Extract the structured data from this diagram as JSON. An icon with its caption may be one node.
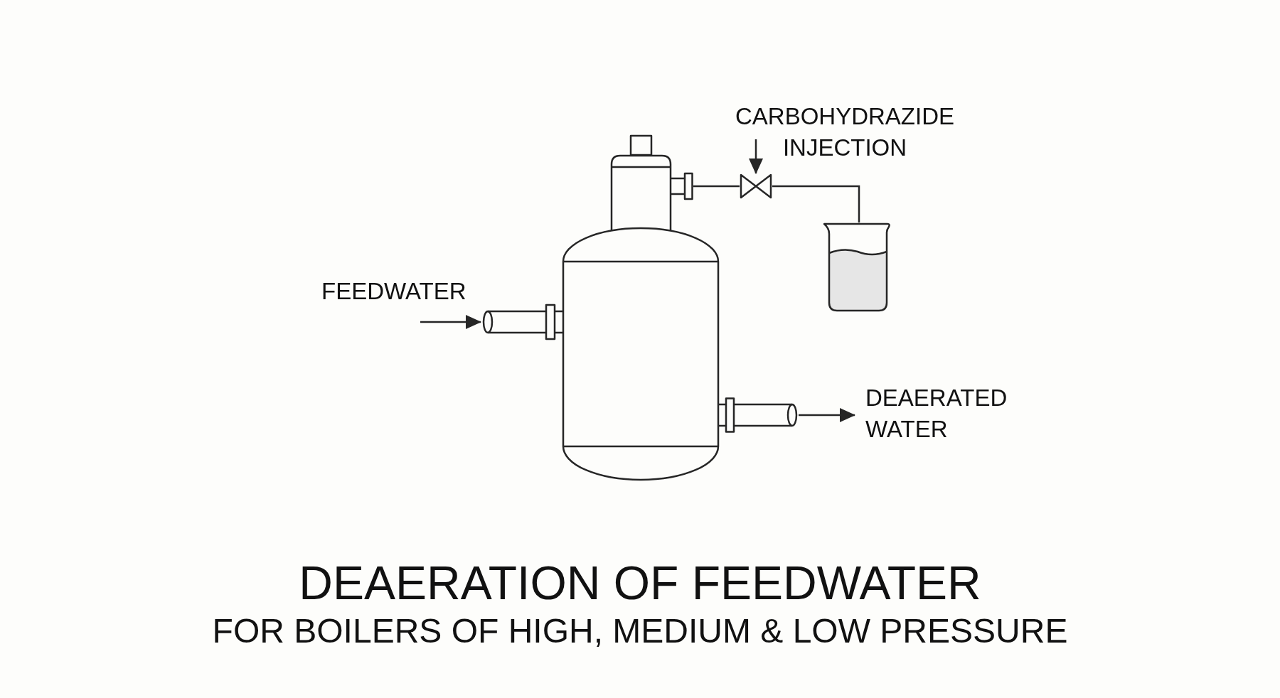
{
  "diagram": {
    "title": "DEAERATION OF FEEDWATER",
    "nodes": [
      {
        "text": [],
        "shape": "column"
      },
      {
        "text": [],
        "shape": "tank"
      },
      {
        "text": [],
        "shape": "valve"
      },
      {
        "text": [],
        "shape": "beaker"
      }
    ],
    "edges": [
      {
        "from": null,
        "to": 1,
        "arrow": "to",
        "label": "FEEDWATER"
      },
      {
        "from": 1,
        "to": null,
        "arrow": "to",
        "label": "DEAERATED WATER"
      },
      {
        "from": null,
        "to": 2,
        "arrow": "to",
        "label": "CARBOHYDRAZIDE INJECTION"
      },
      {
        "from": 3,
        "to": 2,
        "arrow": "none"
      },
      {
        "from": 2,
        "to": 0,
        "arrow": "none"
      }
    ],
    "labels": [
      "FOR BOILERS OF HIGH, MEDIUM & LOW PRESSURE"
    ]
  }
}
